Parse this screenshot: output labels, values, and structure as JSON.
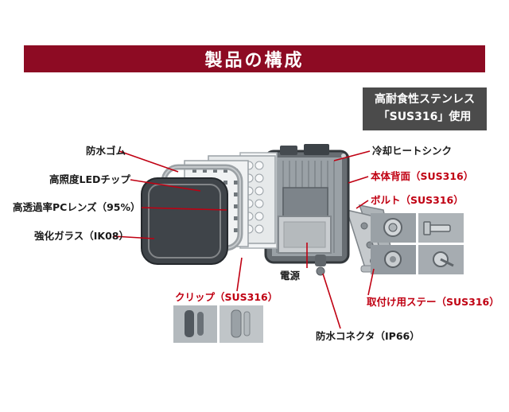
{
  "header": {
    "title": "製品の構成"
  },
  "callout": {
    "line1": "高耐食性ステンレス",
    "line2": "「SUS316」使用"
  },
  "labels": [
    {
      "id": "waterproof-rubber",
      "text": "防水ゴム",
      "color": "#1a1a1a"
    },
    {
      "id": "led-chip",
      "text": "高照度LEDチップ",
      "color": "#1a1a1a"
    },
    {
      "id": "pc-lens",
      "text": "高透過率PCレンズ（95%）",
      "color": "#1a1a1a"
    },
    {
      "id": "tempered-glass",
      "text": "強化ガラス（IK08）",
      "color": "#1a1a1a"
    },
    {
      "id": "cooling-heatsink",
      "text": "冷却ヒートシンク",
      "color": "#1a1a1a"
    },
    {
      "id": "body-back",
      "text": "本体背面（SUS316）",
      "color": "#c00012"
    },
    {
      "id": "bolt",
      "text": "ボルト（SUS316）",
      "color": "#c00012"
    },
    {
      "id": "power",
      "text": "電源",
      "color": "#1a1a1a"
    },
    {
      "id": "clip",
      "text": "クリップ（SUS316）",
      "color": "#c00012"
    },
    {
      "id": "mounting-stay",
      "text": "取付け用ステー（SUS316）",
      "color": "#c00012"
    },
    {
      "id": "waterproof-connector",
      "text": "防水コネクタ（IP66）",
      "color": "#1a1a1a"
    }
  ],
  "colors": {
    "banner_bg": "#8d0b23",
    "accent_red": "#c00012",
    "callout_bg": "#4b4b4b",
    "glass_dark": "#3f4449"
  }
}
